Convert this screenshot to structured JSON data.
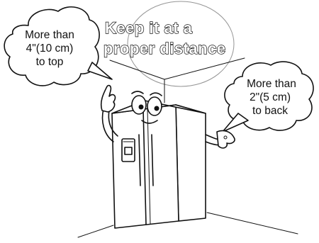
{
  "title": {
    "line1": "Keep it at a",
    "line2": "proper distance"
  },
  "bubble_top": {
    "line1": "More than",
    "line2": "4\"(10 cm)",
    "line3": "to top"
  },
  "bubble_back": {
    "line1": "More than",
    "line2": "2\"(5 cm)",
    "line3": "to back"
  }
}
